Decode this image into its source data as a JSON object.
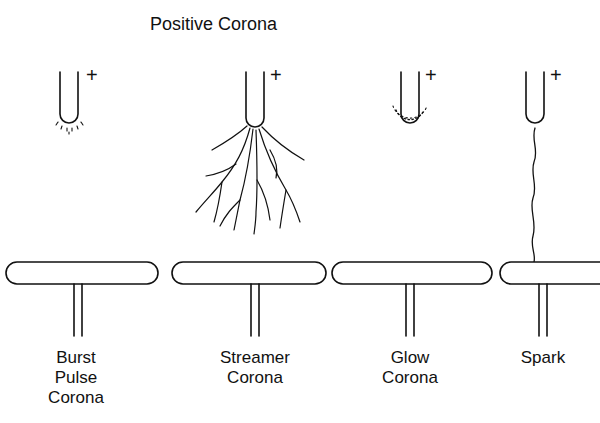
{
  "diagram": {
    "title": "Positive Corona",
    "labels": [
      "+",
      "+",
      "+",
      "+",
      "Burst Pulse Corona",
      "Streamer Corona",
      "Glow Corona",
      "Spark"
    ]
  }
}
